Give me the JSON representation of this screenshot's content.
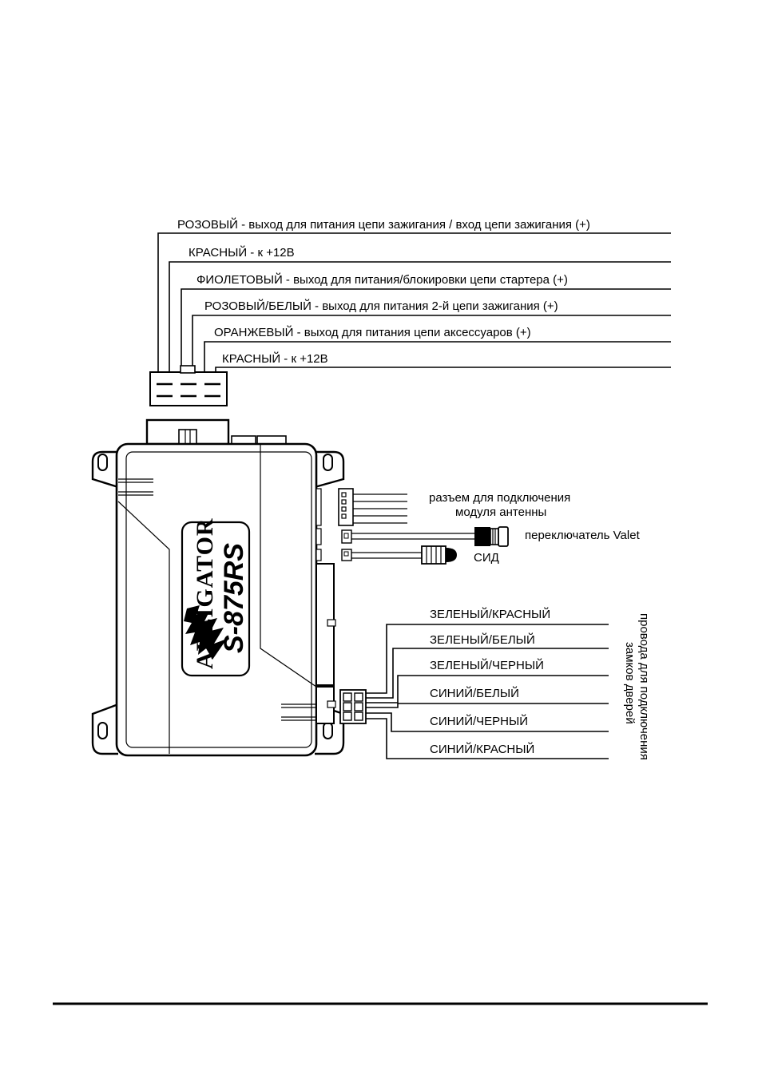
{
  "ignition_connector_wires": [
    "РОЗОВЫЙ - выход для питания цепи зажигания / вход цепи зажигания (+)",
    "КРАСНЫЙ - к +12В",
    "ФИОЛЕТОВЫЙ - выход для питания/блокировки цепи стартера (+)",
    "РОЗОВЫЙ/БЕЛЫЙ - выход для питания 2-й цепи зажигания (+)",
    "ОРАНЖЕВЫЙ - выход для питания цепи аксессуаров (+)",
    "КРАСНЫЙ - к +12В"
  ],
  "antenna_connector": {
    "line1": "разъем для подключения",
    "line2": "модуля антенны"
  },
  "valet_label": "переключатель Valet",
  "led_label": "СИД",
  "door_lock_wires": [
    "ЗЕЛЕНЫЙ/КРАСНЫЙ",
    "ЗЕЛЕНЫЙ/БЕЛЫЙ",
    "ЗЕЛЕНЫЙ/ЧЕРНЫЙ",
    "СИНИЙ/БЕЛЫЙ",
    "СИНИЙ/ЧЕРНЫЙ",
    "СИНИЙ/КРАСНЫЙ"
  ],
  "door_lock_caption": {
    "line1": "провода для подключения",
    "line2": "замков дверей"
  },
  "logo": {
    "brand": "ALLIGATOR",
    "model": "S-875RS"
  }
}
